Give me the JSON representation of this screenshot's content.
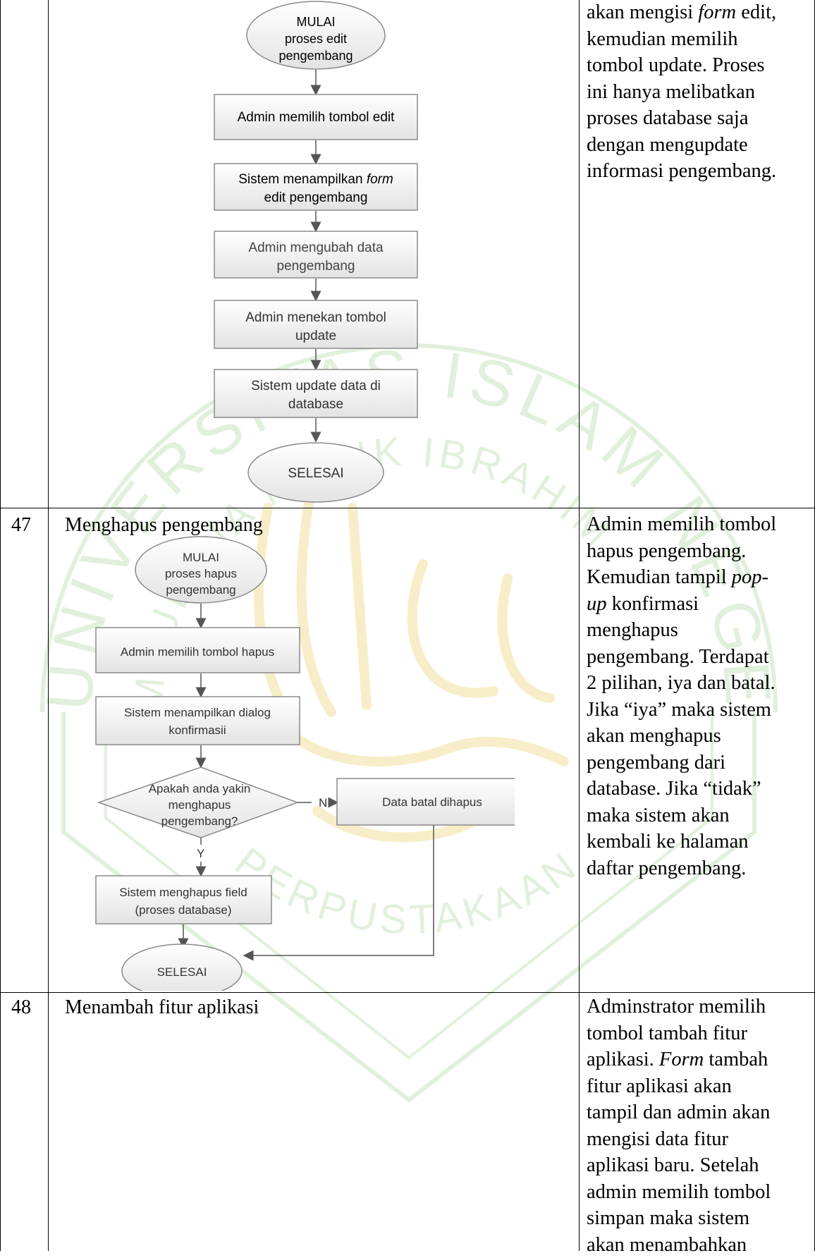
{
  "table": {
    "rows": [
      {
        "number": "",
        "title": "",
        "description_lines": [
          {
            "parts": [
              {
                "t": "akan mengisi "
              },
              {
                "t": "form",
                "i": true
              },
              {
                "t": " edit,"
              }
            ]
          },
          {
            "parts": [
              {
                "t": "kemudian memilih"
              }
            ]
          },
          {
            "parts": [
              {
                "t": "tombol update. Proses"
              }
            ]
          },
          {
            "parts": [
              {
                "t": "ini hanya melibatkan"
              }
            ]
          },
          {
            "parts": [
              {
                "t": "proses database saja"
              }
            ]
          },
          {
            "parts": [
              {
                "t": "dengan mengupdate"
              }
            ]
          },
          {
            "parts": [
              {
                "t": "informasi pengembang."
              }
            ]
          }
        ],
        "flowchart": {
          "start": [
            "MULAI",
            "proses edit",
            "pengembang"
          ],
          "steps": [
            [
              "Admin memilih tombol edit"
            ],
            [
              "Sistem menampilkan form",
              "edit pengembang"
            ],
            [
              "Admin mengubah data",
              "pengembang"
            ],
            [
              "Admin menekan tombol",
              "update"
            ],
            [
              "Sistem update data di",
              "database"
            ]
          ],
          "end": "SELESAI"
        }
      },
      {
        "number": "47",
        "title": "Menghapus pengembang",
        "description_lines": [
          {
            "parts": [
              {
                "t": "Admin memilih tombol"
              }
            ]
          },
          {
            "parts": [
              {
                "t": "hapus pengembang."
              }
            ]
          },
          {
            "parts": [
              {
                "t": "Kemudian tampil "
              },
              {
                "t": "pop-",
                "i": true
              }
            ]
          },
          {
            "parts": [
              {
                "t": "up",
                "i": true
              },
              {
                "t": " konfirmasi"
              }
            ]
          },
          {
            "parts": [
              {
                "t": "menghapus"
              }
            ]
          },
          {
            "parts": [
              {
                "t": "pengembang. Terdapat"
              }
            ]
          },
          {
            "parts": [
              {
                "t": "2 pilihan, iya dan batal."
              }
            ]
          },
          {
            "parts": [
              {
                "t": "Jika “iya” maka sistem"
              }
            ]
          },
          {
            "parts": [
              {
                "t": "akan menghapus"
              }
            ]
          },
          {
            "parts": [
              {
                "t": "pengembang dari"
              }
            ]
          },
          {
            "parts": [
              {
                "t": "database. Jika “tidak”"
              }
            ]
          },
          {
            "parts": [
              {
                "t": "maka sistem akan"
              }
            ]
          },
          {
            "parts": [
              {
                "t": "kembali ke halaman"
              }
            ]
          },
          {
            "parts": [
              {
                "t": "daftar pengembang."
              }
            ]
          }
        ],
        "flowchart": {
          "start": [
            "MULAI",
            "proses hapus",
            "pengembang"
          ],
          "step1": "Admin memilih tombol hapus",
          "step2": [
            "Sistem menampilkan dialog",
            "konfirmasii"
          ],
          "decision": [
            "Apakah anda yakin",
            "menghapus",
            "pengembang?"
          ],
          "no_label": "N",
          "yes_label": "Y",
          "no_box": "Data batal dihapus",
          "yes_box": [
            "Sistem menghapus field",
            "(proses database)"
          ],
          "end": "SELESAI"
        }
      },
      {
        "number": "48",
        "title": "Menambah fitur aplikasi",
        "description_lines": [
          {
            "parts": [
              {
                "t": "Adminstrator memilih"
              }
            ]
          },
          {
            "parts": [
              {
                "t": "tombol tambah fitur"
              }
            ]
          },
          {
            "parts": [
              {
                "t": "aplikasi. "
              },
              {
                "t": "Form",
                "i": true
              },
              {
                "t": " tambah"
              }
            ]
          },
          {
            "parts": [
              {
                "t": "fitur aplikasi akan"
              }
            ]
          },
          {
            "parts": [
              {
                "t": "tampil dan admin akan"
              }
            ]
          },
          {
            "parts": [
              {
                "t": "mengisi data fitur"
              }
            ]
          },
          {
            "parts": [
              {
                "t": "aplikasi baru. Setelah"
              }
            ]
          },
          {
            "parts": [
              {
                "t": "admin memilih tombol"
              }
            ]
          },
          {
            "parts": [
              {
                "t": "simpan maka sistem"
              }
            ]
          },
          {
            "parts": [
              {
                "t": "akan menambahkan"
              }
            ]
          }
        ]
      }
    ]
  },
  "watermark": {
    "arc_text_top": "UNIVERSITAS ISLAM NEGERI",
    "arc_text_inner": "MAULANA MALIK IBRAHIM",
    "arc_text_bottom": "PERPUSTAKAAN",
    "color": "#c9e4c0",
    "accent": "#f2df9c"
  },
  "colors": {
    "box_fill_top": "#ffffff",
    "box_fill_bottom": "#e3e3e3",
    "box_stroke": "#8a8a8a",
    "arrow": "#555555"
  }
}
